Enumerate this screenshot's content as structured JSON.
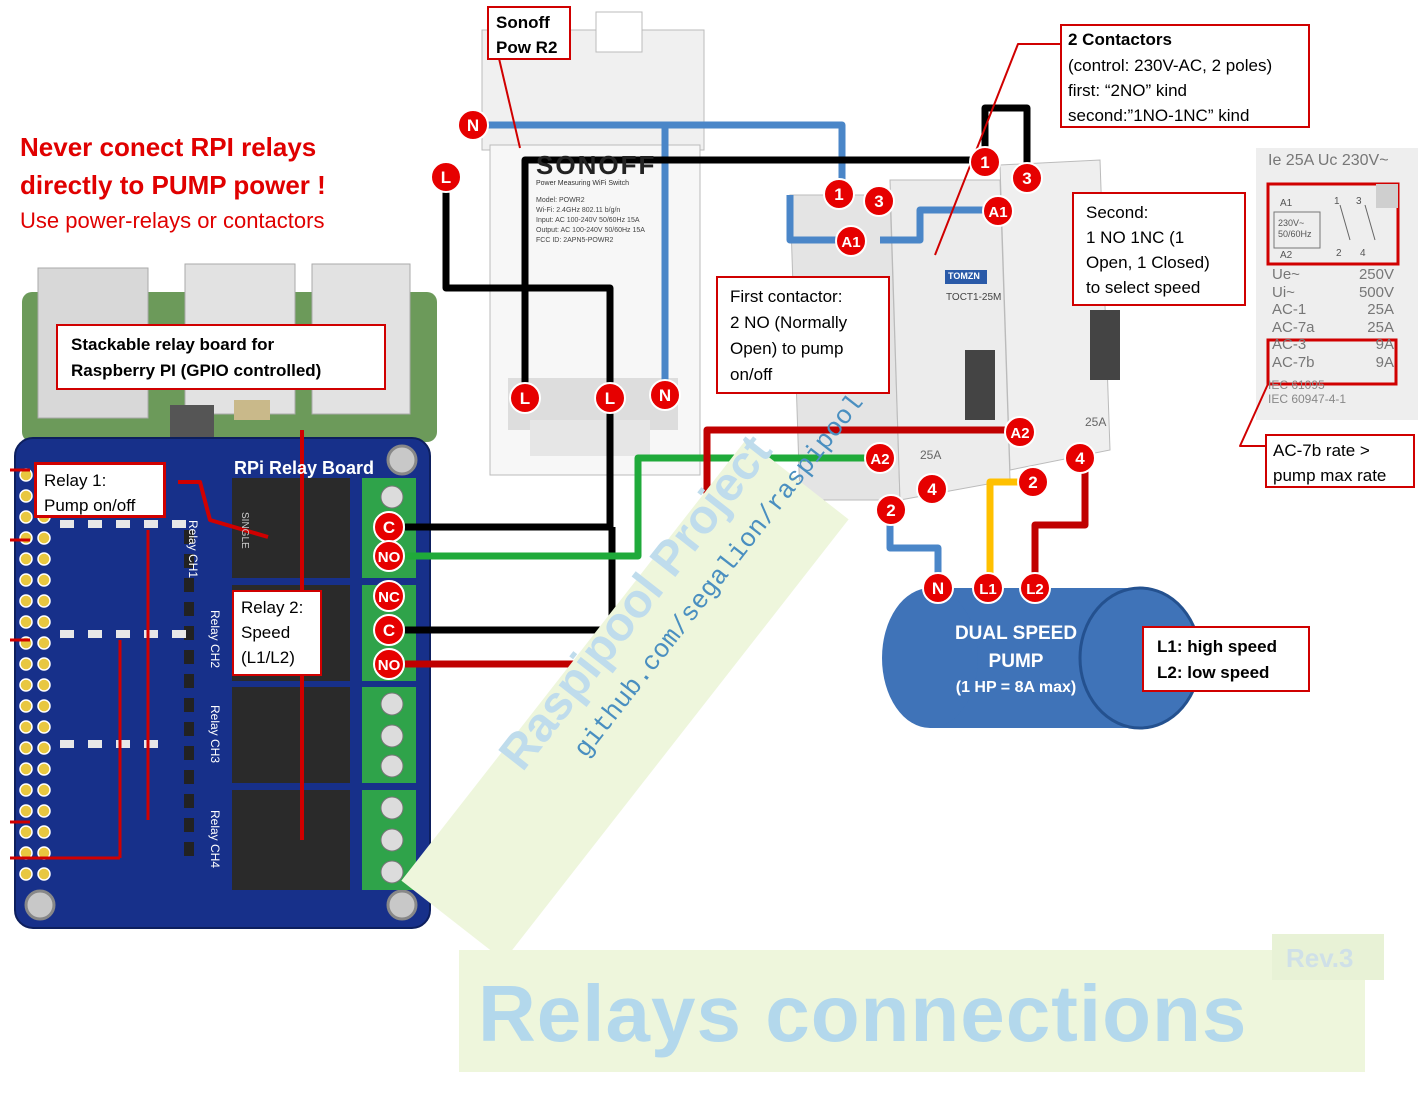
{
  "warning": {
    "line1": "Never conect RPI relays",
    "line2": "directly to PUMP power !",
    "line3": "Use power-relays or contactors"
  },
  "labels": {
    "sonoff": "Sonoff\nPow R2",
    "contactors_title": "2 Contactors",
    "contactors_body": "(control: 230V-AC, 2 poles)\nfirst: “2NO” kind\nsecond:”1NO-1NC” kind",
    "relay_board": "Stackable relay board for\nRaspberry PI (GPIO controlled)",
    "relay1": "Relay 1:\nPump on/off",
    "relay2": "Relay 2:\nSpeed\n(L1/L2)",
    "first_contactor": "First contactor:\n2 NO (Normally\nOpen) to pump\non/off",
    "second_contactor": "Second:\n1 NO 1NC (1\nOpen, 1 Closed)\nto select speed",
    "ac7b": "AC-7b rate >\npump max rate",
    "speeds": "L1: high speed\nL2: low speed"
  },
  "pump": {
    "line1": "DUAL SPEED",
    "line2": "PUMP",
    "line3": "(1 HP = 8A max)"
  },
  "rating_plate": {
    "header": "Ie 25A  Uc 230V~",
    "a1": "A1",
    "a2": "A2",
    "coil": "230V~\n50/60Hz",
    "t1": "1",
    "t2": "2",
    "t3": "3",
    "t4": "4",
    "rows": [
      {
        "k": "Ue~",
        "v": "250V"
      },
      {
        "k": "Ui~",
        "v": "500V"
      },
      {
        "k": "AC-1",
        "v": "25A"
      },
      {
        "k": "AC-7a",
        "v": "25A"
      },
      {
        "k": "AC-3",
        "v": "9A"
      },
      {
        "k": "AC-7b",
        "v": "9A"
      }
    ],
    "std1": "IEC 61095",
    "std2": "IEC 60947-4-1"
  },
  "terminals": {
    "N": "N",
    "L": "L",
    "C": "C",
    "NO": "NO",
    "NC": "NC",
    "A1": "A1",
    "A2": "A2",
    "t1": "1",
    "t2": "2",
    "t3": "3",
    "t4": "4",
    "L1": "L1",
    "L2": "L2"
  },
  "board": {
    "title": "RPi Relay Board",
    "ch1": "Relay CH1",
    "ch2": "Relay CH2",
    "ch3": "Relay CH3",
    "ch4": "Relay CH4",
    "relay_text": "SINGLE"
  },
  "sonoff_device": {
    "brand": "SONOFF",
    "subtitle": "Power Measuring WiFi Switch",
    "specs": "Model: POWR2\nWi-Fi: 2.4GHz 802.11 b/g/n\nInput: AC 100-240V 50/60Hz 15A\nOutput: AC 100-240V 50/60Hz 15A\nFCC ID: 2APN5-POWR2"
  },
  "contactor_device": {
    "brand": "TOMZN",
    "model": "TOCT1-25M",
    "rating": "25A"
  },
  "watermark": {
    "project": "Raspipool Project",
    "url": "github.com/segalion/raspipool"
  },
  "title": "Relays connections",
  "revision": "Rev.3",
  "colors": {
    "red_label": "#e00000",
    "badge": "#e60000",
    "wire_blue": "#4a86c8",
    "wire_black": "#000000",
    "wire_red": "#c00000",
    "wire_green": "#1faa3a",
    "wire_yellow": "#ffc000",
    "pump": "#3f73b8",
    "board": "#17308a"
  }
}
